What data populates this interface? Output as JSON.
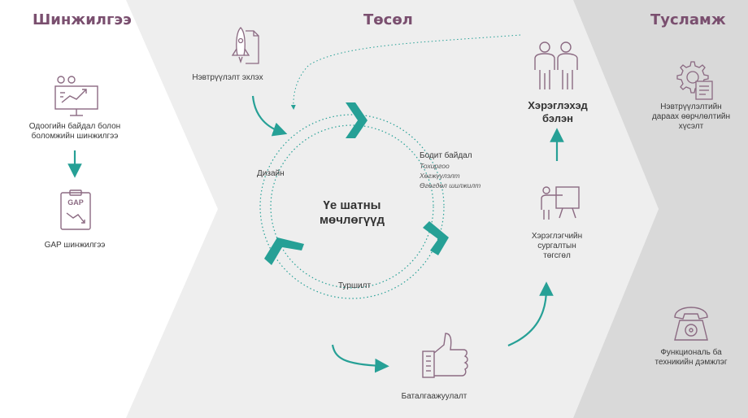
{
  "phases": {
    "analysis": "Шинжилгээ",
    "project": "Төсөл",
    "support": "Тусламж"
  },
  "analysis": {
    "current_state": "Одоогийн байдал болон боломжийн шинжилгээ",
    "gap": "GAP шинжилгээ",
    "gap_badge": "GAP"
  },
  "project": {
    "launch": "Нэвтрүүлэлт эхлэх",
    "cycle_title": "Үе шатны мөчлөгүүд",
    "design": "Дизайн",
    "implementation": "Бодит байдал",
    "implementation_items": [
      "Тохиргоо",
      "Хөгжүүлэлт",
      "Өгөгдөл шилжилт"
    ],
    "testing": "Туршилт",
    "validation": "Баталгаажуулалт",
    "training": "Хэрэглэгчийн сургалтын төгсгөл",
    "ready": "Хэрэглэхэд бэлэн"
  },
  "support": {
    "post_launch": "Нэвтрүүлэлтийн дараах өөрчлөлтийн хүсэлт",
    "functional": "Функциональ ба техникийн дэмжлэг"
  },
  "colors": {
    "title": "#7a4f6f",
    "icon": "#8b6a82",
    "teal": "#26a096",
    "band_light": "#ededed",
    "band_dark": "#d9d9d9"
  }
}
